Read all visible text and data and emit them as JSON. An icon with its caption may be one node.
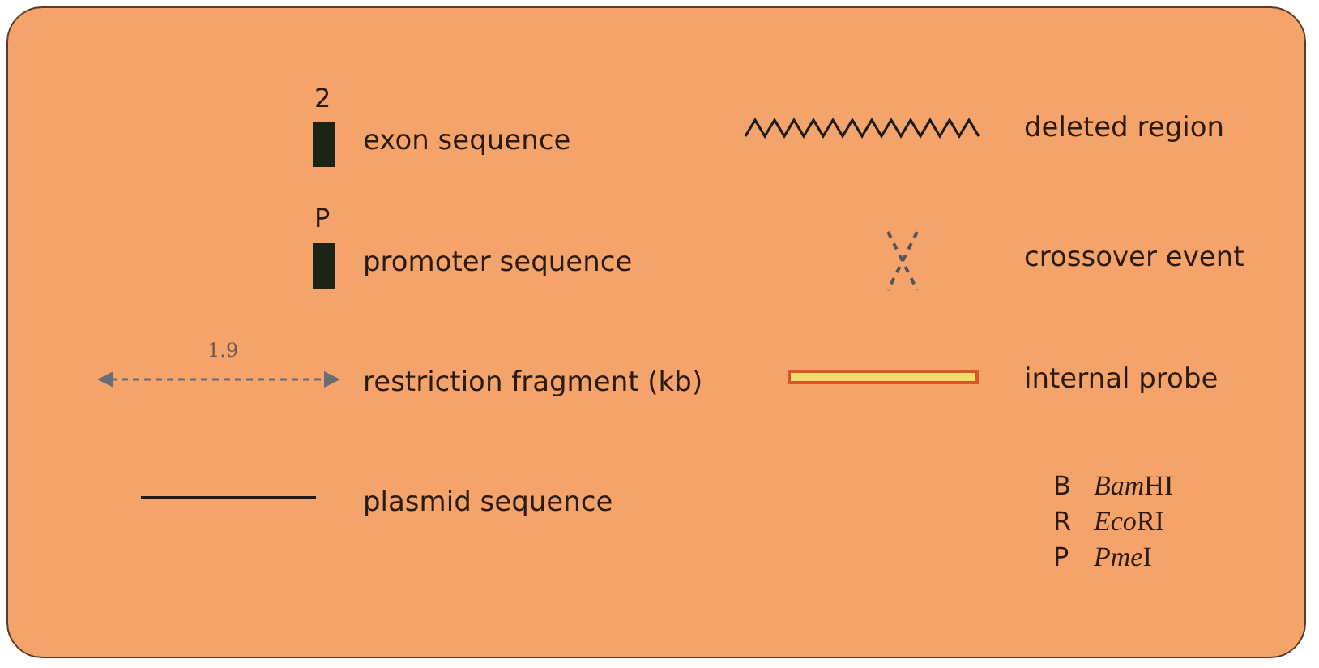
{
  "diagram": {
    "labels": [
      "2",
      "P",
      "1.9",
      "B",
      "BamHI",
      "R",
      "EcoRI",
      "P",
      "PmeI"
    ],
    "legend": [
      {
        "text": "exon sequence"
      },
      {
        "text": "deleted region"
      },
      {
        "text": "promoter sequence"
      },
      {
        "text": "crossover event"
      },
      {
        "text": "restriction fragment (kb)"
      },
      {
        "text": "internal probe"
      },
      {
        "text": "plasmid sequence"
      }
    ]
  }
}
